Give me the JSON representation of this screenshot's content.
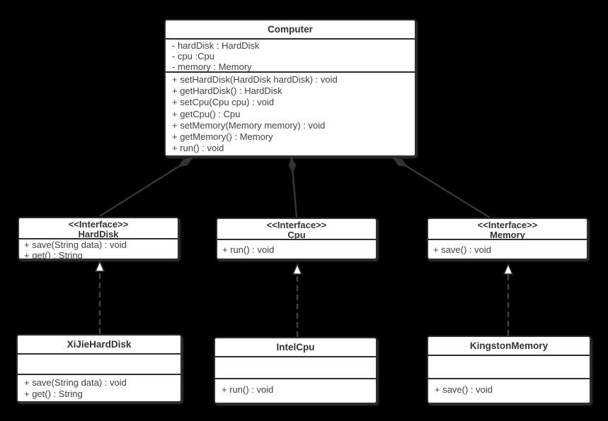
{
  "diagram_type": "uml-class-diagram",
  "colors": {
    "background": "#000000",
    "box_fill": "#ffffff",
    "box_border": "#2e2e2e",
    "text": "#424242",
    "connector": "#363636",
    "realization_arrow_fill": "#ffffff"
  },
  "classes": {
    "computer": {
      "name": "Computer",
      "attributes": [
        "- hardDisk : HardDisk",
        "- cpu :Cpu",
        "- memory : Memory"
      ],
      "methods": [
        "+ setHardDisk(HardDisk hardDisk) : void",
        "+ getHardDisk() : HardDisk",
        "+ setCpu(Cpu cpu) : void",
        "+ getCpu() : Cpu",
        "+ setMemory(Memory memory) : void",
        "+ getMemory() : Memory",
        "+ run() : void"
      ]
    },
    "hard_disk": {
      "stereotype": "<<Interface>>",
      "name": "HardDisk",
      "methods": [
        "+ save(String data) : void",
        "+ get() : String"
      ]
    },
    "cpu": {
      "stereotype": "<<Interface>>",
      "name": "Cpu",
      "methods": [
        "+ run() : void"
      ]
    },
    "memory": {
      "stereotype": "<<Interface>>",
      "name": "Memory",
      "methods": [
        "+ save() : void"
      ]
    },
    "xijie_hard_disk": {
      "name": "XiJieHardDisk",
      "attributes": [],
      "methods": [
        "+ save(String data) : void",
        "+ get() : String"
      ]
    },
    "intel_cpu": {
      "name": "IntelCpu",
      "attributes": [],
      "methods": [
        "+ run() : void"
      ]
    },
    "kingston_memory": {
      "name": "KingstonMemory",
      "attributes": [],
      "methods": [
        "+ save() : void"
      ]
    }
  },
  "relationships": [
    {
      "type": "composition",
      "from": "Computer",
      "to": "HardDisk"
    },
    {
      "type": "composition",
      "from": "Computer",
      "to": "Cpu"
    },
    {
      "type": "composition",
      "from": "Computer",
      "to": "Memory"
    },
    {
      "type": "realization",
      "from": "XiJieHardDisk",
      "to": "HardDisk"
    },
    {
      "type": "realization",
      "from": "IntelCpu",
      "to": "Cpu"
    },
    {
      "type": "realization",
      "from": "KingstonMemory",
      "to": "Memory"
    }
  ]
}
